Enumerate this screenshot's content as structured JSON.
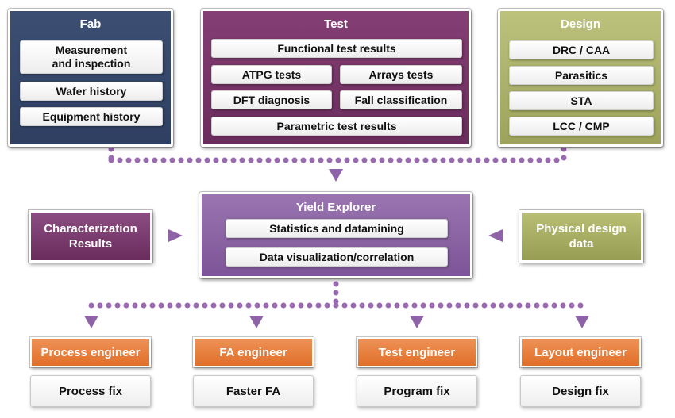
{
  "fab": {
    "title": "Fab",
    "items": [
      "Measurement\nand inspection",
      "Wafer history",
      "Equipment history"
    ]
  },
  "test": {
    "title": "Test",
    "functional": "Functional test results",
    "atpg": "ATPG tests",
    "arrays": "Arrays tests",
    "dft": "DFT diagnosis",
    "fall": "Fall classification",
    "parametric": "Parametric test results"
  },
  "design": {
    "title": "Design",
    "items": [
      "DRC / CAA",
      "Parasitics",
      "STA",
      "LCC / CMP"
    ]
  },
  "yield_explorer": {
    "title": "Yield Explorer",
    "items": [
      "Statistics and datamining",
      "Data visualization/correlation"
    ]
  },
  "characterization": "Characterization\nResults",
  "physical_design": "Physical design\ndata",
  "roles": [
    {
      "role": "Process engineer",
      "fix": "Process fix"
    },
    {
      "role": "FA engineer",
      "fix": "Faster FA"
    },
    {
      "role": "Test engineer",
      "fix": "Program fix"
    },
    {
      "role": "Layout engineer",
      "fix": "Design fix"
    }
  ],
  "colors": {
    "fab": "#34476a",
    "test": "#7a3769",
    "design": "#abb16a",
    "yield_explorer": "#8a64a4",
    "role": "#e77f3d",
    "connector": "#9a6ab0"
  }
}
